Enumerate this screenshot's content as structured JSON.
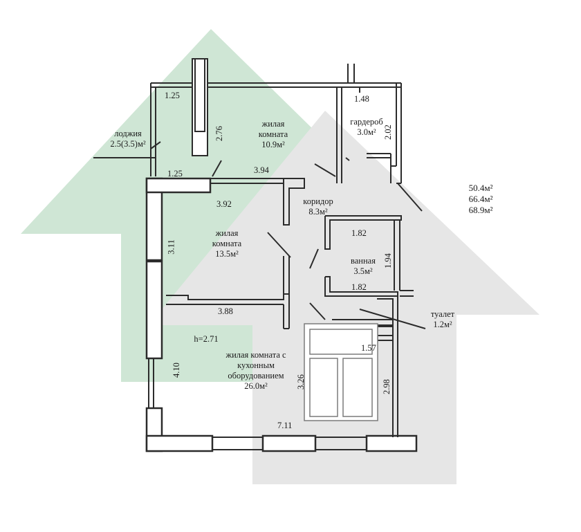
{
  "background": {
    "green": "#cfe6d5",
    "gray": "#e8e8e8",
    "wall": "#2b2b2b"
  },
  "totals": {
    "living": "50.4м²",
    "total": "66.4м²",
    "total_with_loggia": "68.9м²"
  },
  "ceiling_height": "h=2.71",
  "rooms": {
    "loggia": {
      "name": "лоджия",
      "area": "2.5(3.5)м²"
    },
    "living1": {
      "name_line1": "жилая",
      "name_line2": "комната",
      "area": "10.9м²"
    },
    "wardrobe": {
      "name": "гардероб",
      "area": "3.0м²"
    },
    "corridor": {
      "name": "коридор",
      "area": "8.3м²"
    },
    "living2": {
      "name_line1": "жилая",
      "name_line2": "комната",
      "area": "13.5м²"
    },
    "bathroom": {
      "name": "ванная",
      "area": "3.5м²"
    },
    "toilet": {
      "name": "туалет",
      "area": "1.2м²"
    },
    "kitchen_living": {
      "line1": "жилая комната с",
      "line2": "кухонным",
      "line3": "оборудованием",
      "area": "26.0м²"
    }
  },
  "dimensions": {
    "d_1_25_top": "1.25",
    "d_2_76": "2.76",
    "d_1_25_bottom": "1.25",
    "d_3_94": "3.94",
    "d_1_48": "1.48",
    "d_2_02": "2.02",
    "d_3_92": "3.92",
    "d_3_11": "3.11",
    "d_1_82_top": "1.82",
    "d_1_94": "1.94",
    "d_1_82_bottom": "1.82",
    "d_3_88": "3.88",
    "d_1_57": "1.57",
    "d_4_10": "4.10",
    "d_3_26": "3.26",
    "d_2_98": "2.98",
    "d_7_11": "7.11"
  }
}
